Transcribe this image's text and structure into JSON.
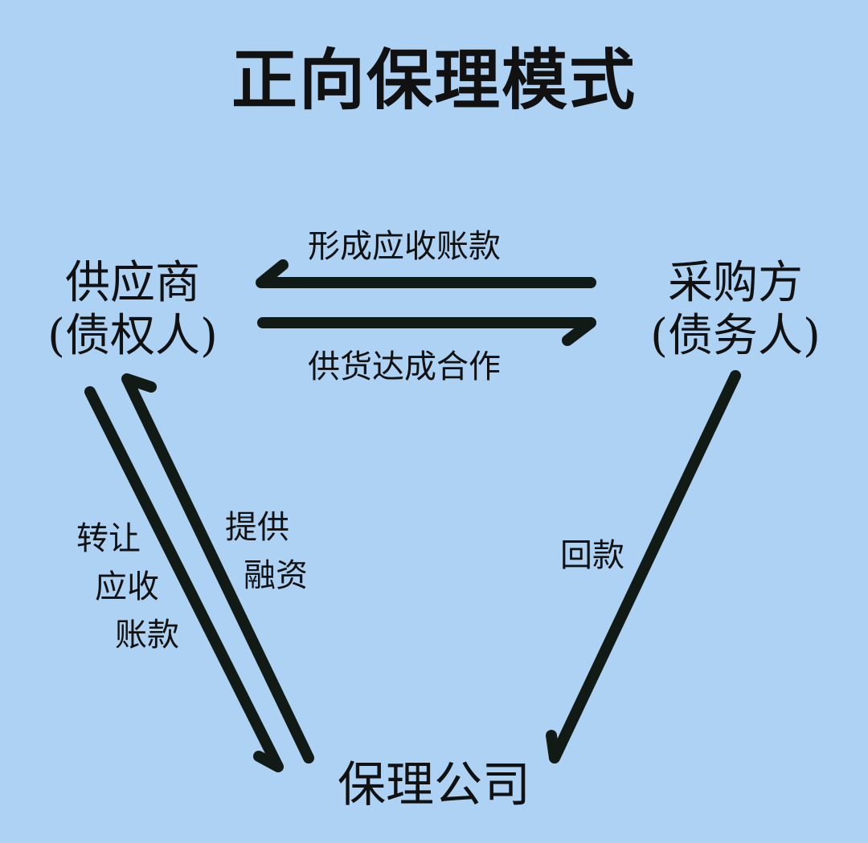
{
  "title": "正向保理模式",
  "nodes": {
    "supplier": {
      "name": "供应商",
      "role": "(债权人)"
    },
    "buyer": {
      "name": "采购方",
      "role": "(债务人)"
    },
    "factor": {
      "name": "保理公司"
    }
  },
  "edges": {
    "buyer_to_supplier": "形成应收账款",
    "supplier_to_buyer": "供货达成合作",
    "supplier_to_factor": [
      "转让",
      "应收",
      "账款"
    ],
    "factor_to_supplier": [
      "提供",
      "融资"
    ],
    "buyer_to_factor": "回款"
  },
  "colors": {
    "background": "#aed2f4",
    "arrow": "#111a14"
  }
}
